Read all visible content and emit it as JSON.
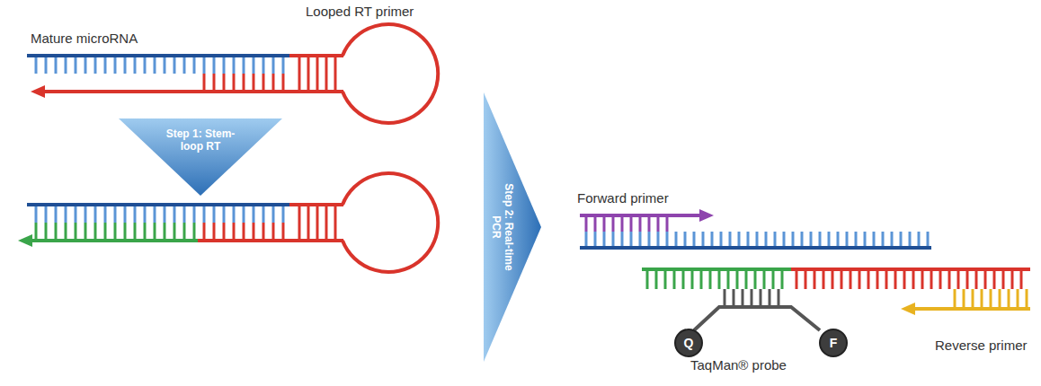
{
  "diagram": {
    "nodes": [
      {
        "text": [
          "Step 1: Stem-loop RT"
        ]
      },
      {
        "text": [
          "Step 2: Real-time PCR"
        ]
      },
      {
        "text": [
          "Q"
        ]
      },
      {
        "text": [
          "F"
        ]
      }
    ],
    "labels": [
      "Looped RT primer",
      "Mature microRNA",
      "Forward primer",
      "TaqMan® probe",
      "Reverse primer"
    ]
  }
}
